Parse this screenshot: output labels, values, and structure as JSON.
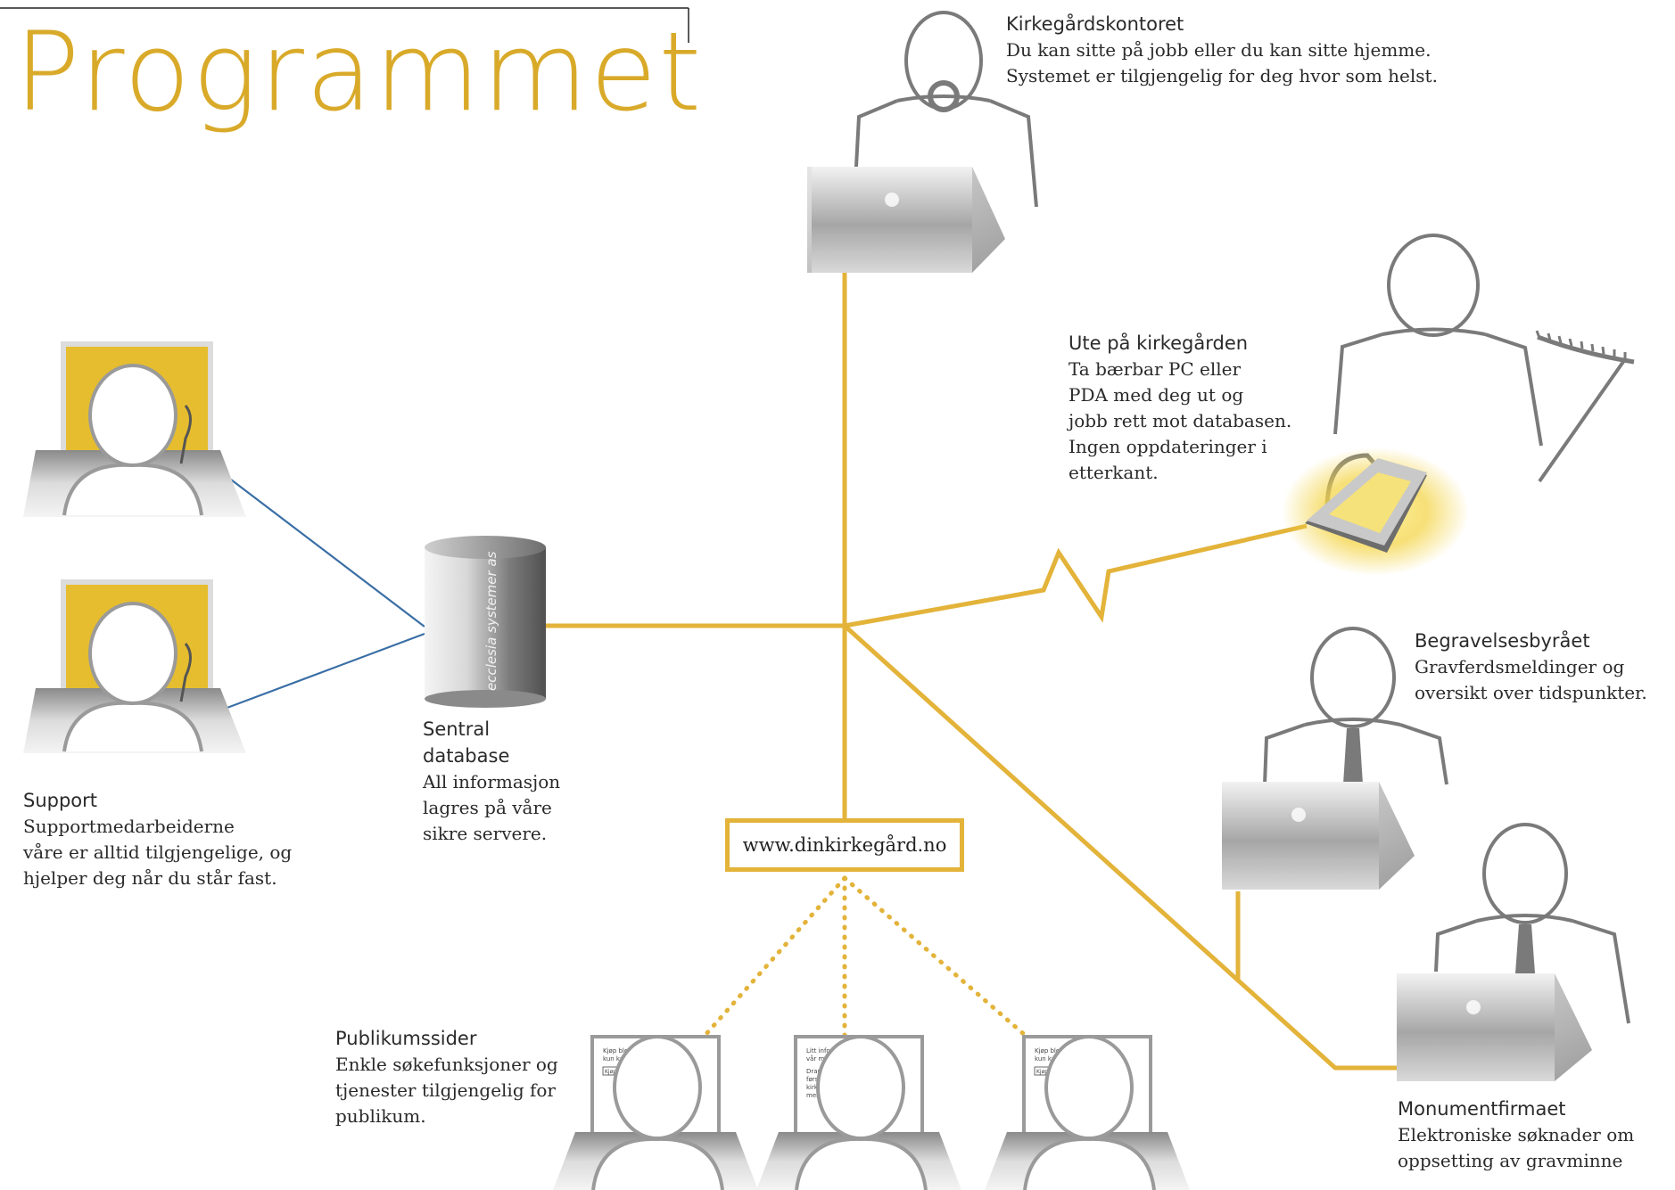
{
  "title": "Programmet",
  "nodes": {
    "office": {
      "heading": "Kirkegårdskontoret",
      "text": "Du kan sitte på jobb eller du kan sitte hjemme.\nSystemet er tilgjengelig for deg hvor som helst."
    },
    "field": {
      "heading": "Ute på kirkegården",
      "text": "Ta bærbar PC eller\nPDA med deg ut og\njobb rett mot databasen.\nIngen oppdateringer i\netterkant."
    },
    "funeral": {
      "heading": "Begravelsesbyrået",
      "text": "Gravferdsmeldinger og\noversikt over tidspunkter."
    },
    "monument": {
      "heading": "Monumentfirmaet",
      "text": "Elektroniske søknader om\noppsetting av gravminne"
    },
    "database": {
      "heading": "Sentral\ndatabase",
      "text": "All informasjon\nlagres på våre\nsikre servere.",
      "cylinder_label": "ecclesia systemer as"
    },
    "support": {
      "heading": "Support",
      "text": "Supportmedarbeiderne\nvåre er alltid tilgjengelige, og\nhjelper deg når du står fast."
    },
    "public": {
      "heading": "Publikumssider",
      "text": "Enkle søkefunksjoner og\ntjenester tilgjengelig for\npublikum."
    },
    "website": {
      "url": "www.dinkirkegård.no"
    }
  },
  "screens": [
    {
      "line1": "Kjøp blomster til",
      "line2": "kun kr 98,-",
      "button": "Kjøp"
    },
    {
      "line1": "Litt informasjon",
      "line2": "vår menighet",
      "line3": "Drammen",
      "line4": "første st",
      "line5": "kirken e",
      "line6": "menigh"
    },
    {
      "line1": "Kjøp blomster til",
      "line2": "kun kr 98,-",
      "button": "Kjøp"
    }
  ],
  "colors": {
    "title": "#d9aa2a",
    "network": "#e3b33a",
    "support_link": "#3a6ea5",
    "figure_stroke": "#7a7a7a",
    "support_screen": "#e6bd2e"
  }
}
